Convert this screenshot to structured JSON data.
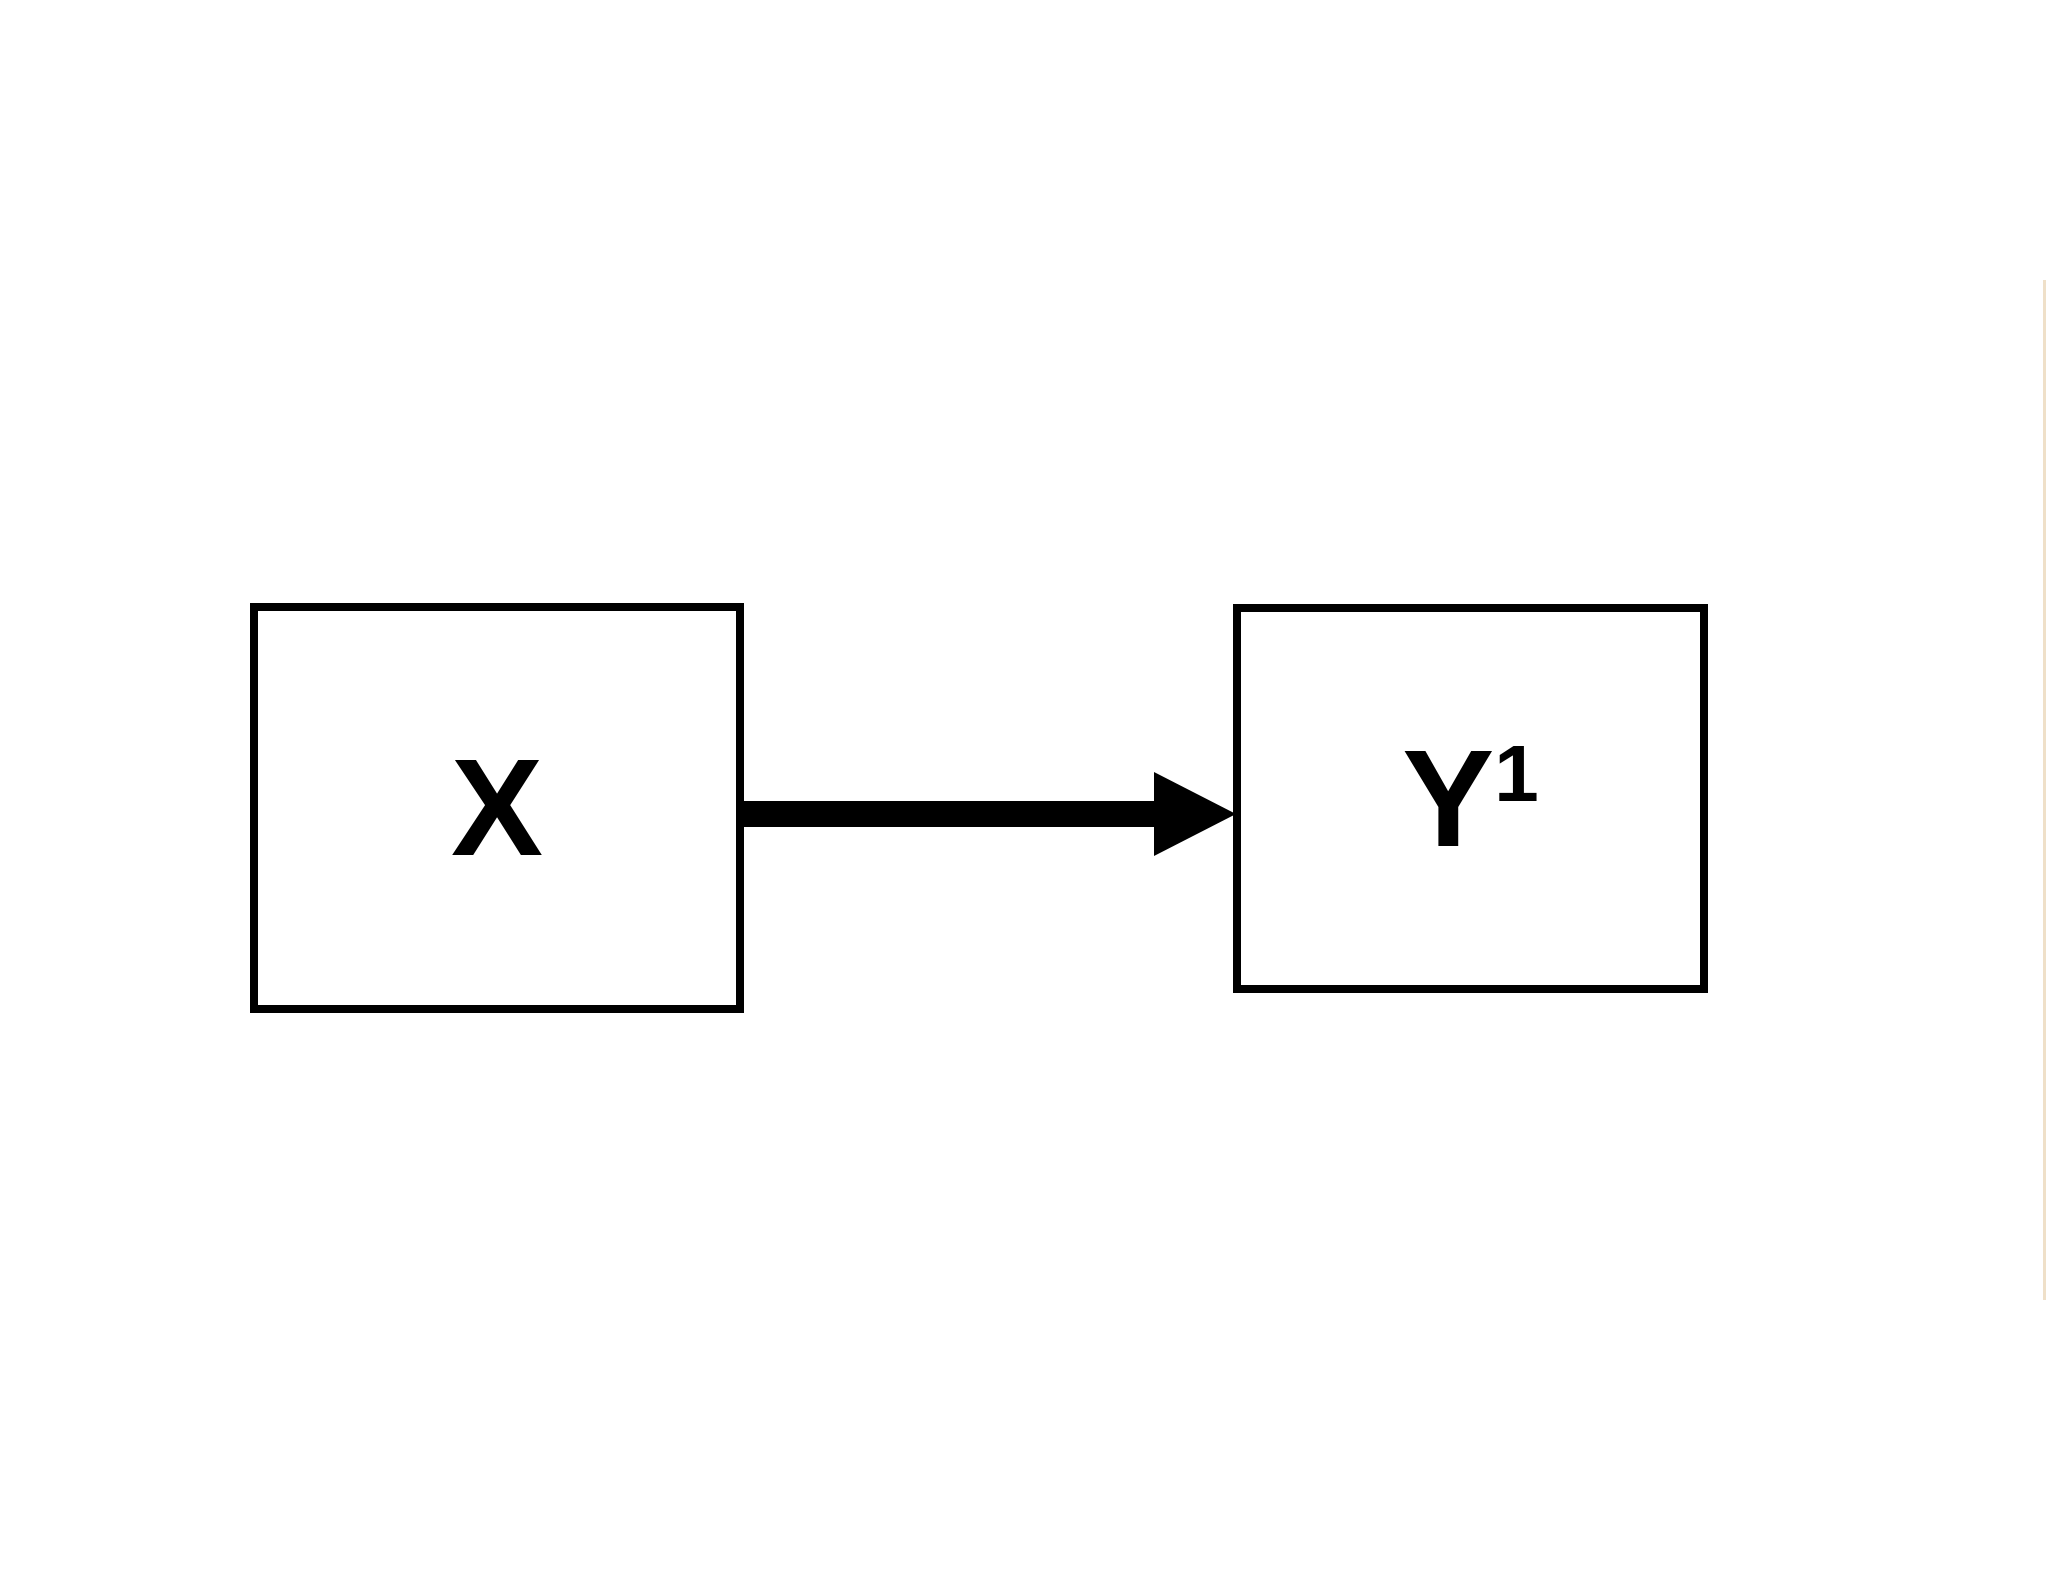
{
  "diagram": {
    "type": "path-diagram",
    "nodes": [
      {
        "id": "x",
        "label": "X",
        "sup": "",
        "shape": "rectangle"
      },
      {
        "id": "y1",
        "label": "Y",
        "sup": "1",
        "shape": "rectangle"
      }
    ],
    "edges": [
      {
        "from": "x",
        "to": "y1",
        "style": "solid",
        "arrowhead": "filled-triangle",
        "direction": "right"
      }
    ]
  },
  "colors": {
    "ink": "#000000",
    "paper": "#ffffff",
    "artifact": "#efe0c9"
  }
}
